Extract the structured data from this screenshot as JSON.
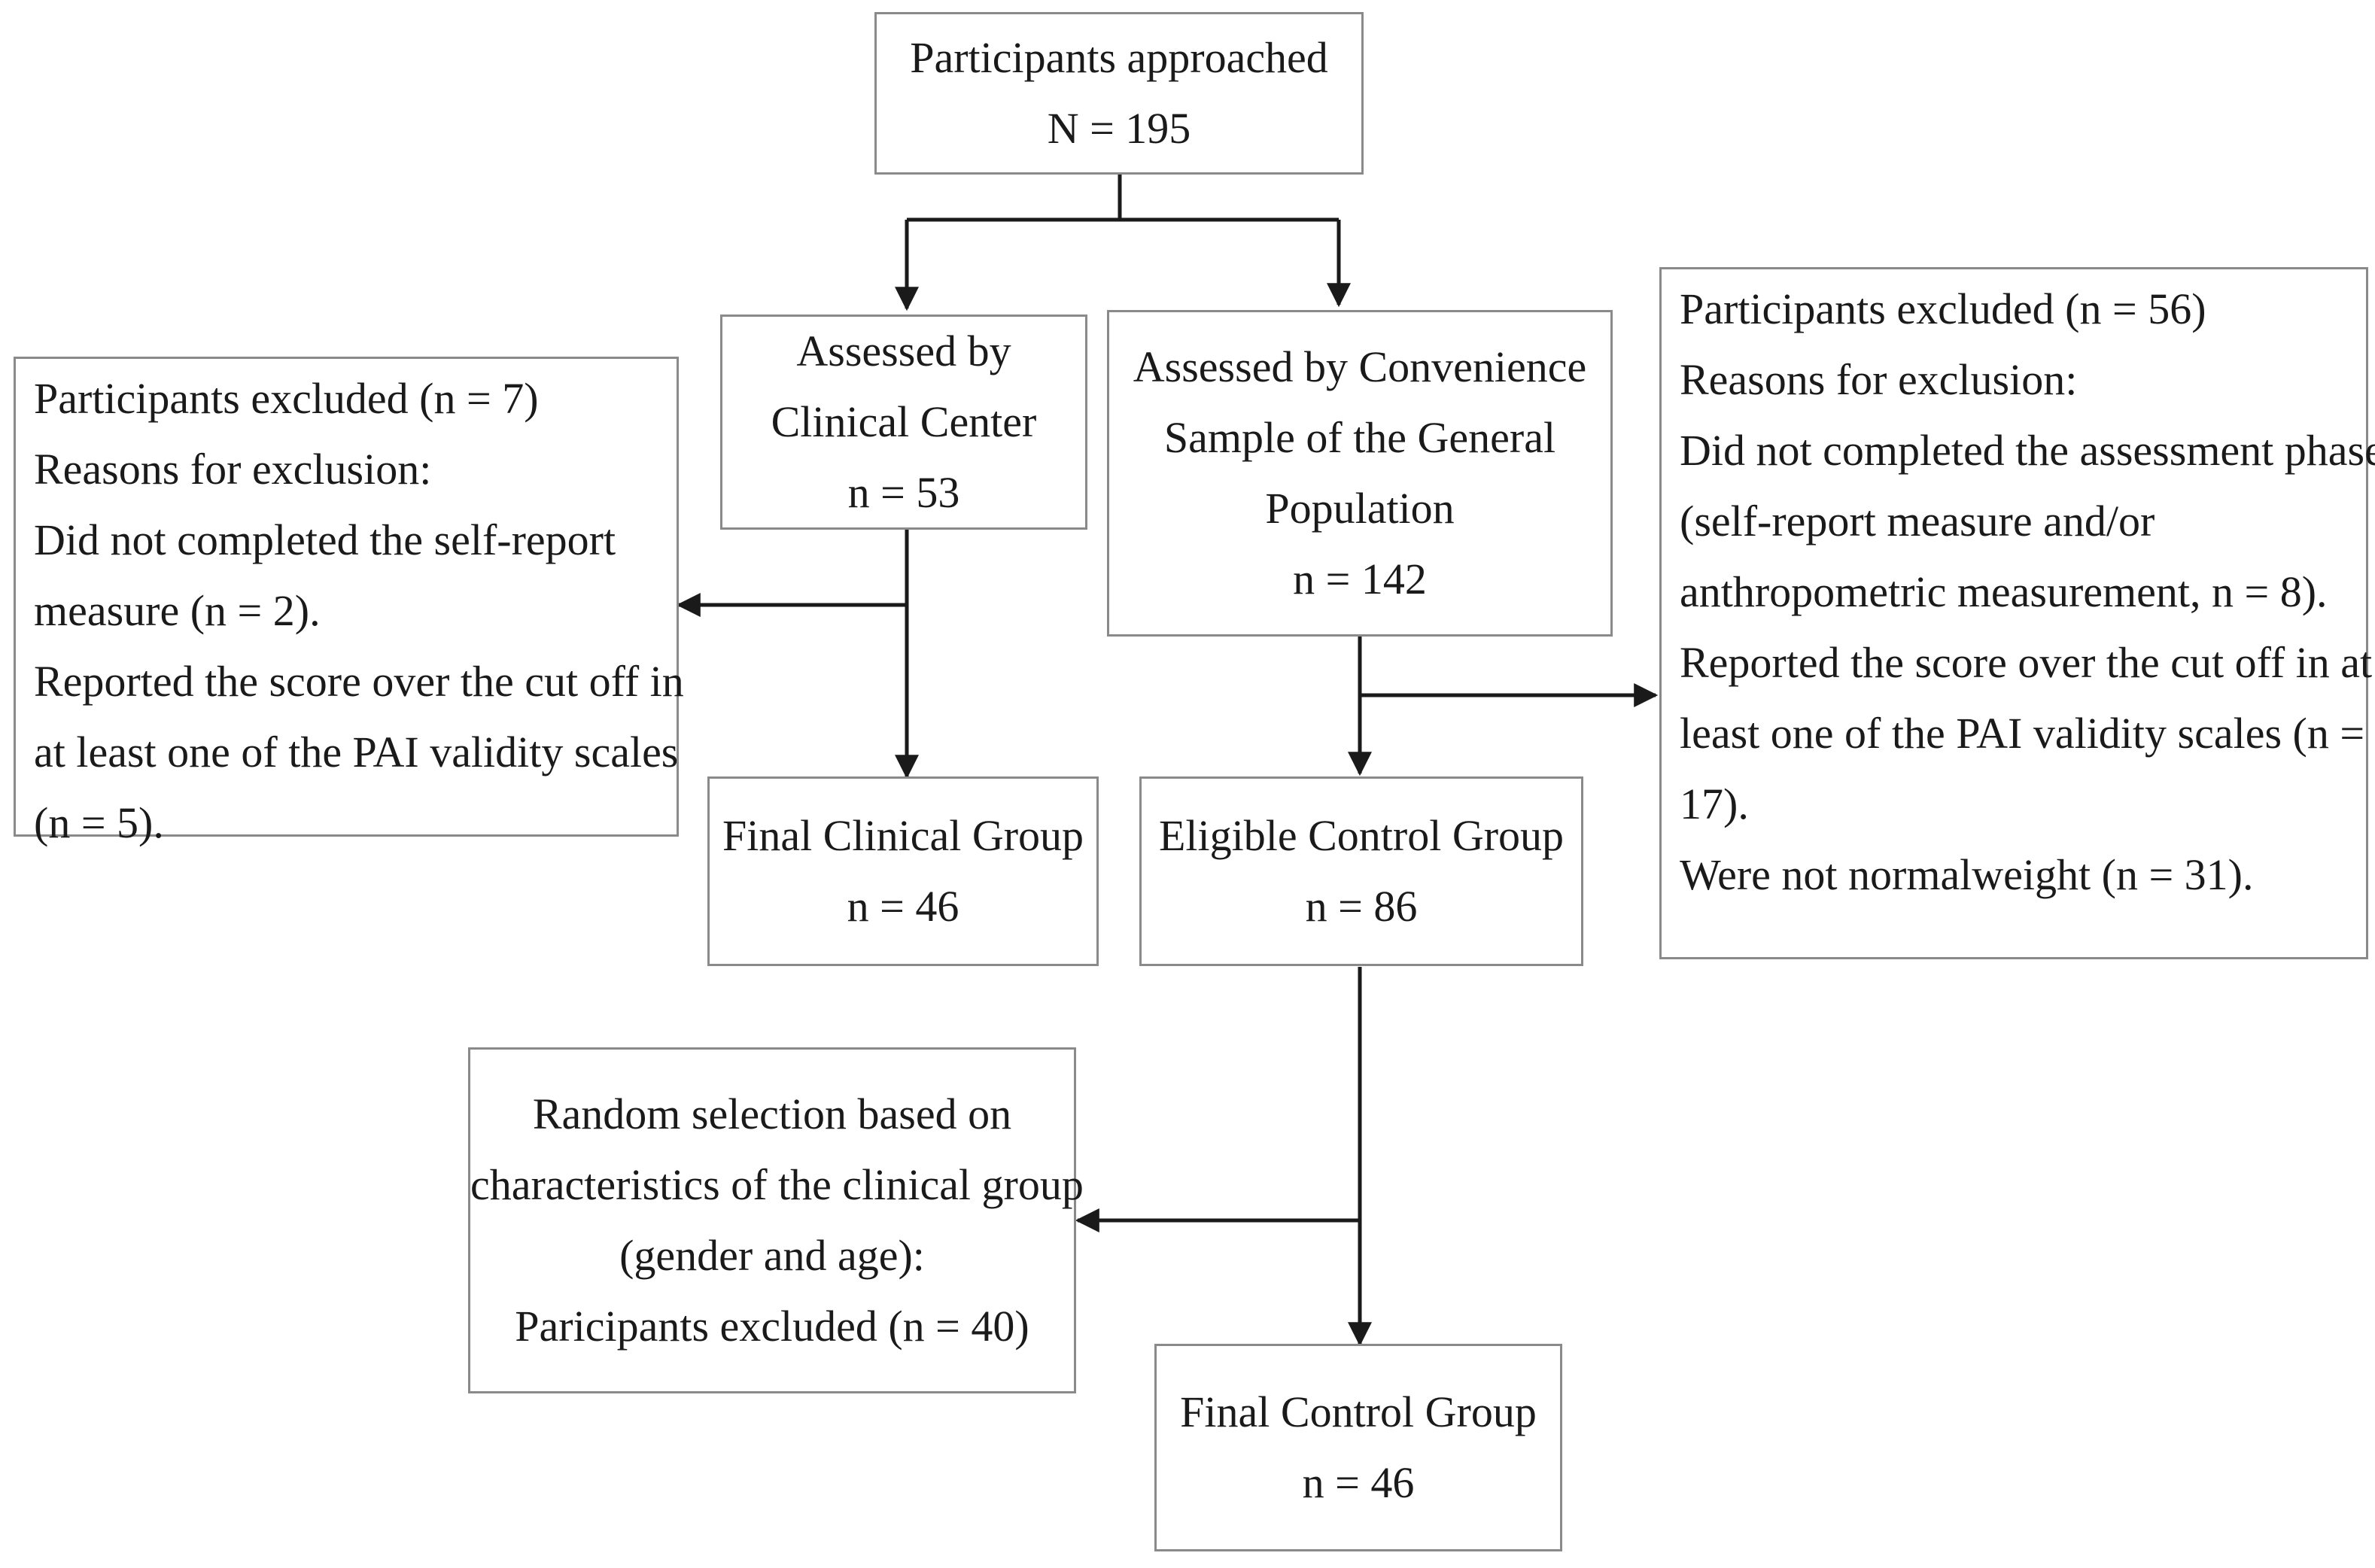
{
  "approached": {
    "title": "Participants approached",
    "n": "N = 195"
  },
  "clinical_assessed": {
    "lines": [
      "Assessed by",
      "Clinical Center",
      "n = 53"
    ]
  },
  "convenience_assessed": {
    "lines": [
      "Assessed by Convenience",
      "Sample of the General",
      "Population",
      "n = 142"
    ]
  },
  "clinical_excluded": {
    "lines": [
      "Participants excluded (n = 7)",
      "Reasons for exclusion:",
      "Did not completed the self-report",
      "measure (n = 2).",
      "Reported the score over the cut off in",
      "at least one of the  PAI validity scales",
      "(n = 5)."
    ]
  },
  "control_excluded": {
    "lines": [
      "Participants excluded (n = 56)",
      "Reasons for exclusion:",
      "Did not completed the assessment phase",
      "(self-report measure and/or",
      "anthropometric measurement, n = 8).",
      "Reported the score over the cut off in at",
      "least one of the  PAI validity scales (n =",
      "17).",
      "Were not normalweight (n = 31)."
    ]
  },
  "final_clinical": {
    "title": "Final Clinical Group",
    "n": "n = 46"
  },
  "eligible_control": {
    "title": "Eligible Control Group",
    "n": "n = 86"
  },
  "random_selection": {
    "lines": [
      "Random selection based on",
      "characteristics of the clinical group",
      "(gender and age):",
      "Paricipants excluded (n = 40)"
    ]
  },
  "final_control": {
    "title": "Final Control Group",
    "n": "n = 46"
  },
  "colors": {
    "border": "#8a8a8a",
    "connector": "#1a1a1a",
    "text": "#1a1a1a"
  }
}
